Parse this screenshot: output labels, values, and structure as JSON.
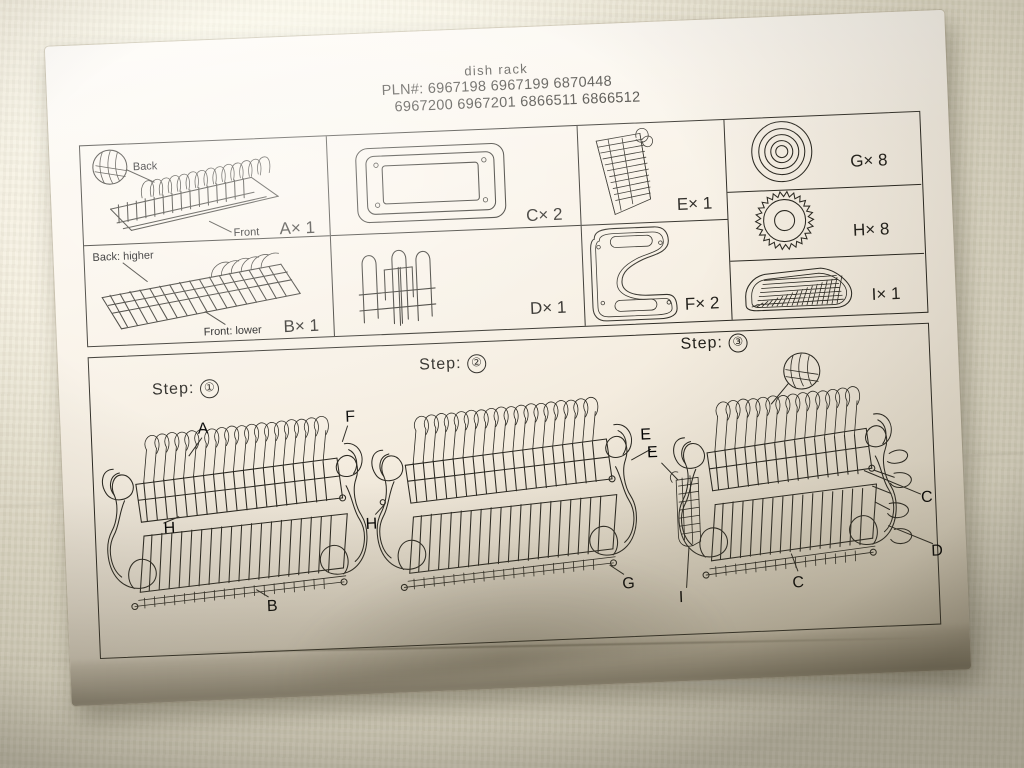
{
  "document": {
    "title": "dish rack",
    "pln_label": "PLN#:",
    "pln_line1": "6967198 6967199 6870448",
    "pln_line2": "6967200 6967201 6866511 6866512"
  },
  "parts_table": {
    "columns": [
      {
        "cells": [
          {
            "id": "A",
            "qty_text": "A× 1",
            "labels": [
              "Back",
              "Front"
            ],
            "icon": "wire-rack-sloped-icon",
            "detail_circle": true
          },
          {
            "id": "B",
            "qty_text": "B× 1",
            "labels": [
              "Back: higher",
              "Front: lower"
            ],
            "icon": "wire-grid-tray-icon",
            "detail_circle": false
          }
        ]
      },
      {
        "cells": [
          {
            "id": "C",
            "qty_text": "C× 2",
            "labels": [],
            "icon": "rectangular-frame-icon",
            "detail_circle": false
          },
          {
            "id": "D",
            "qty_text": "D× 1",
            "labels": [],
            "icon": "wire-utensil-holder-icon",
            "detail_circle": false
          }
        ]
      },
      {
        "cells": [
          {
            "id": "E",
            "qty_text": "E× 1",
            "labels": [],
            "icon": "wire-basket-icon",
            "detail_circle": false
          },
          {
            "id": "F",
            "qty_text": "F× 2",
            "labels": [],
            "icon": "s-shaped-side-panel-icon",
            "detail_circle": false
          }
        ]
      },
      {
        "cells": [
          {
            "id": "G",
            "qty_text": "G× 8",
            "labels": [],
            "icon": "washer-rings-icon",
            "detail_circle": false
          },
          {
            "id": "H",
            "qty_text": "H× 8",
            "labels": [],
            "icon": "knurled-knob-icon",
            "detail_circle": false
          },
          {
            "id": "I",
            "qty_text": "I× 1",
            "labels": [],
            "icon": "mesh-drip-tray-icon",
            "detail_circle": false
          }
        ]
      }
    ]
  },
  "steps": [
    {
      "title": "Step:",
      "number": "①",
      "callouts": [
        "A",
        "F",
        "H",
        "B"
      ],
      "detail_circle": false
    },
    {
      "title": "Step:",
      "number": "②",
      "callouts": [
        "H",
        "E",
        "G"
      ],
      "detail_circle": false
    },
    {
      "title": "Step:",
      "number": "③",
      "callouts": [
        "E",
        "I",
        "C",
        "C",
        "D"
      ],
      "detail_circle": true
    }
  ],
  "colors": {
    "ink": "#211f1a",
    "paper": "#faf4ea",
    "cloth": "#e8e2cd",
    "shadow": "#463f2e"
  }
}
